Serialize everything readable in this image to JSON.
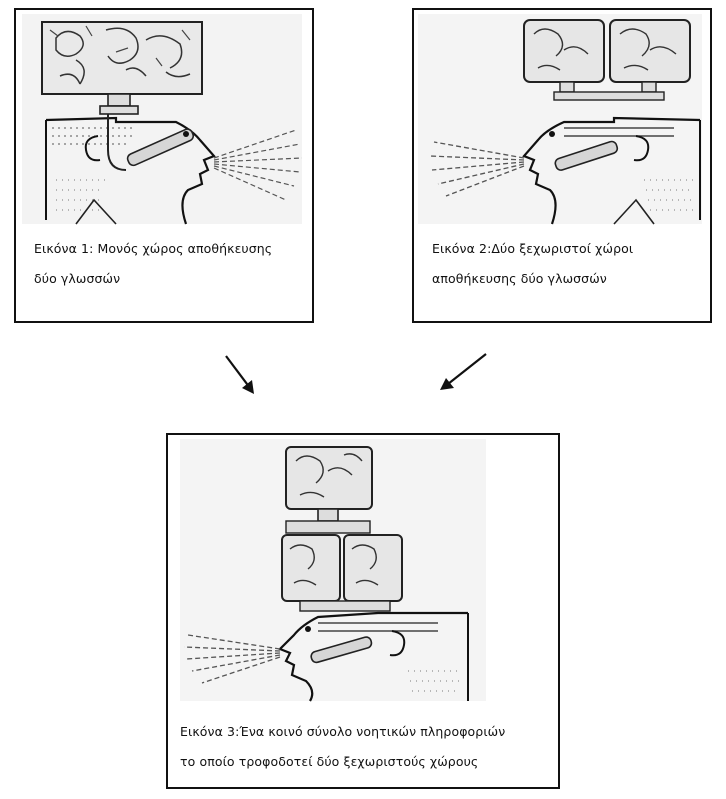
{
  "figure1": {
    "caption_line1": "Εικόνα 1: Μονός χώρος αποθήκευσης",
    "caption_line2": "δύο γλωσσών"
  },
  "figure2": {
    "caption_line1": "Εικόνα 2:Δύο ξεχωριστοί χώροι",
    "caption_line2": "αποθήκευσης δύο γλωσσών"
  },
  "figure3": {
    "caption_line1": "Εικόνα 3:Ένα κοινό σύνολο νοητικών πληροφοριών",
    "caption_line2": "το οποίο τροφοδοτεί δύο ξεχωριστούς χώρους"
  },
  "icons": {
    "arrow_left": "arrow-down-right-icon",
    "arrow_right": "arrow-down-left-icon"
  }
}
